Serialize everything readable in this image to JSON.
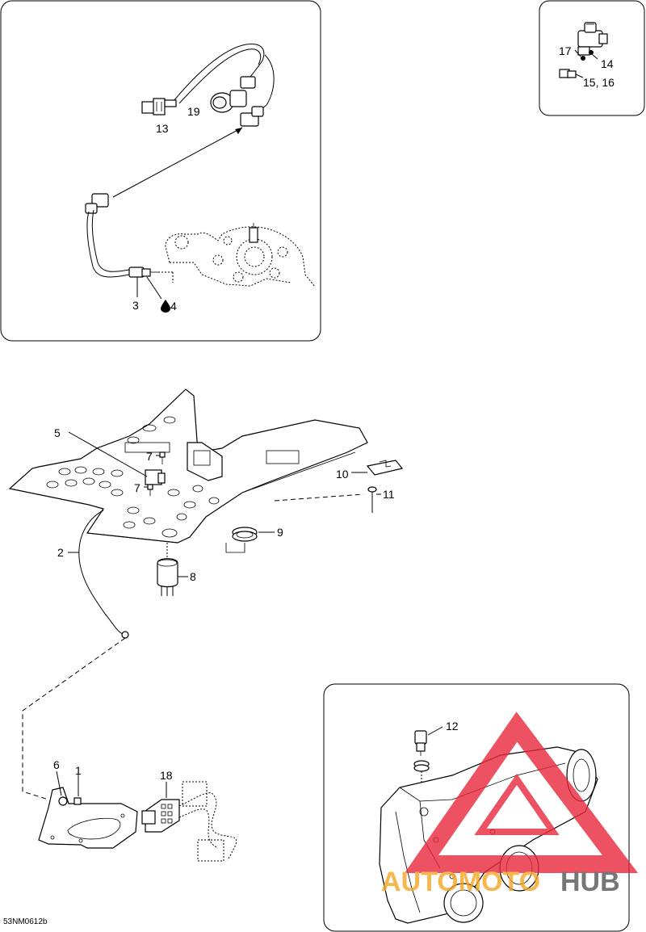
{
  "callouts": {
    "c1": "1",
    "c2": "2",
    "c3": "3",
    "c4": "4",
    "c5": "5",
    "c6": "6",
    "c7a": "7",
    "c7b": "7",
    "c8": "8",
    "c9": "9",
    "c10": "10",
    "c11": "11",
    "c12": "12",
    "c13": "13",
    "c14": "14",
    "c15_16": "15, 16",
    "c17": "17",
    "c18": "18",
    "c19": "19"
  },
  "diagram_code": "53NM0612b",
  "watermark": {
    "part1": "AUTOMOTO",
    "part2": "HUB",
    "color_red": "#e8283a",
    "color_orange": "#f5a623",
    "color_dark": "#555555"
  },
  "icons": [
    "oil-drop-icon"
  ]
}
